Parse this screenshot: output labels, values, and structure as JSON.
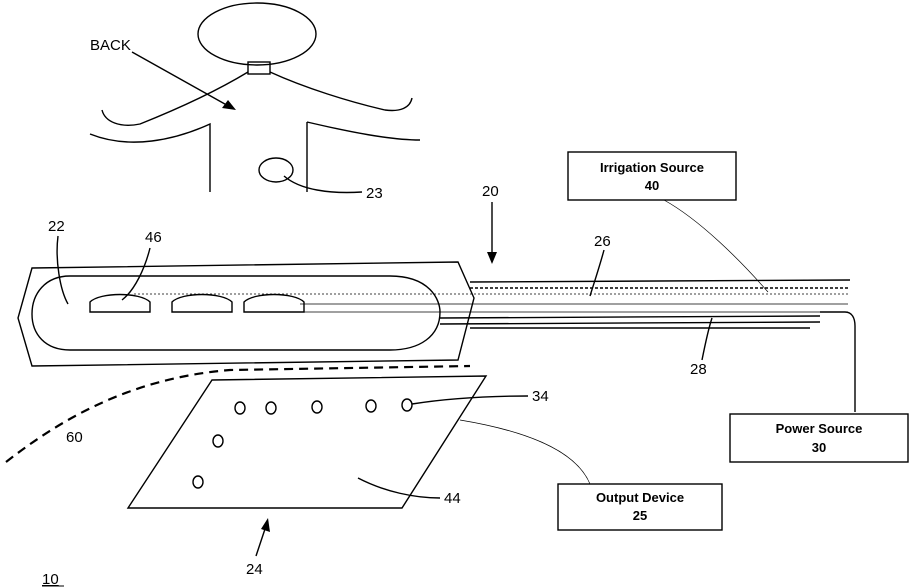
{
  "figure_number": "10",
  "body": {
    "label": "BACK",
    "site_ref": "23"
  },
  "probe": {
    "ref": "20",
    "head_ref": "22",
    "element_ref": "46",
    "line1_ref": "26",
    "line2_ref": "28"
  },
  "display": {
    "ref": "24",
    "dot_ref": "34",
    "surface_ref": "44"
  },
  "path_ref": "60",
  "boxes": {
    "irrigation": {
      "title": "Irrigation Source",
      "num": "40"
    },
    "power": {
      "title": "Power Source",
      "num": "30"
    },
    "output": {
      "title": "Output Device",
      "num": "25"
    }
  }
}
